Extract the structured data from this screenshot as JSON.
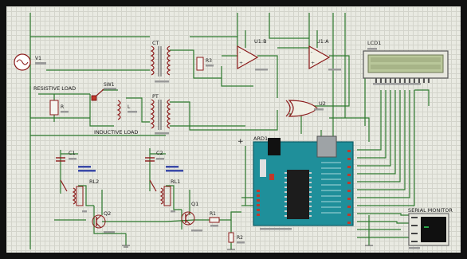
{
  "schematic": {
    "title_labels": {
      "source": "V1",
      "resistive_load": "RESISTIVE LOAD",
      "inductive_load": "INDUCTIVE LOAD",
      "switch": "SW1",
      "resistor_load": "R",
      "inductor_load": "L",
      "ct": "CT",
      "pt": "PT",
      "r3": "R3",
      "opamp_b": "U1:B",
      "opamp_a": "U1:A",
      "xor": "U2",
      "lcd": "LCD1",
      "arduino": "ARD1",
      "c1": "C1",
      "c2": "C2",
      "rl2": "RL2",
      "rl1": "RL1",
      "q2": "Q2",
      "q1": "Q1",
      "r1": "R1",
      "r2": "R2",
      "serial_monitor": "SERIAL MONITOR"
    },
    "colors": {
      "wire": "#2f7a2f",
      "wire_dark": "#1f5a1f",
      "component": "#8b1a1a",
      "arduino_board": "#1f8f9a",
      "lcd_screen": "#b9c79a",
      "ic_body": "#f0efe4"
    },
    "icons": [
      "opamp-symbol",
      "transformer-symbol",
      "xor-gate-symbol",
      "relay-symbol",
      "transistor-symbol",
      "ac-source-symbol"
    ]
  }
}
